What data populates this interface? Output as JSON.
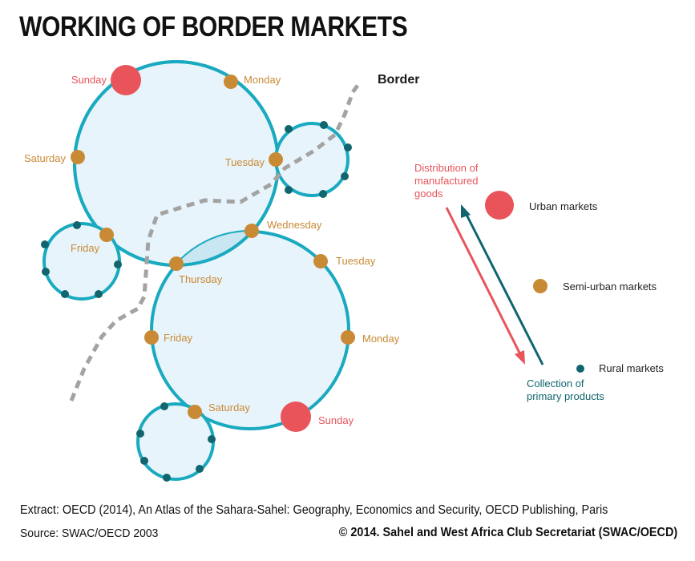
{
  "title": "WORKING OF BORDER MARKETS",
  "border_label": "Border",
  "colors": {
    "circle_stroke": "#1aaac0",
    "circle_fill": "#e8f4fb",
    "overlap_fill": "#c9e6f3",
    "urban": "#e8545a",
    "semi_urban": "#c98a35",
    "rural": "#10656f",
    "border_line": "#a3a3a3",
    "arrow_down": "#e8545a",
    "arrow_up": "#10656f"
  },
  "day_labels": {
    "big1_sunday": "Sunday",
    "big1_monday": "Monday",
    "big1_saturday": "Saturday",
    "big1_tuesday": "Tuesday",
    "small_friday": "Friday",
    "wednesday": "Wednesday",
    "thursday": "Thursday",
    "big2_tuesday": "Tuesday",
    "big2_friday": "Friday",
    "big2_monday": "Monday",
    "big2_saturday": "Saturday",
    "big2_sunday": "Sunday"
  },
  "legend": {
    "distribution": [
      "Distribution of",
      "manufactured",
      "goods"
    ],
    "collection": [
      "Collection of",
      "primary products"
    ],
    "urban": "Urban markets",
    "semi_urban": "Semi-urban markets",
    "rural": "Rural markets"
  },
  "footer": {
    "extract": "Extract: OECD (2014), An Atlas of the Sahara-Sahel: Geography, Economics  and Security, OECD Publishing, Paris",
    "source": "Source: SWAC/OECD 2003",
    "copyright": "© 2014. Sahel and West Africa Club Secretariat (SWAC/OECD)"
  }
}
